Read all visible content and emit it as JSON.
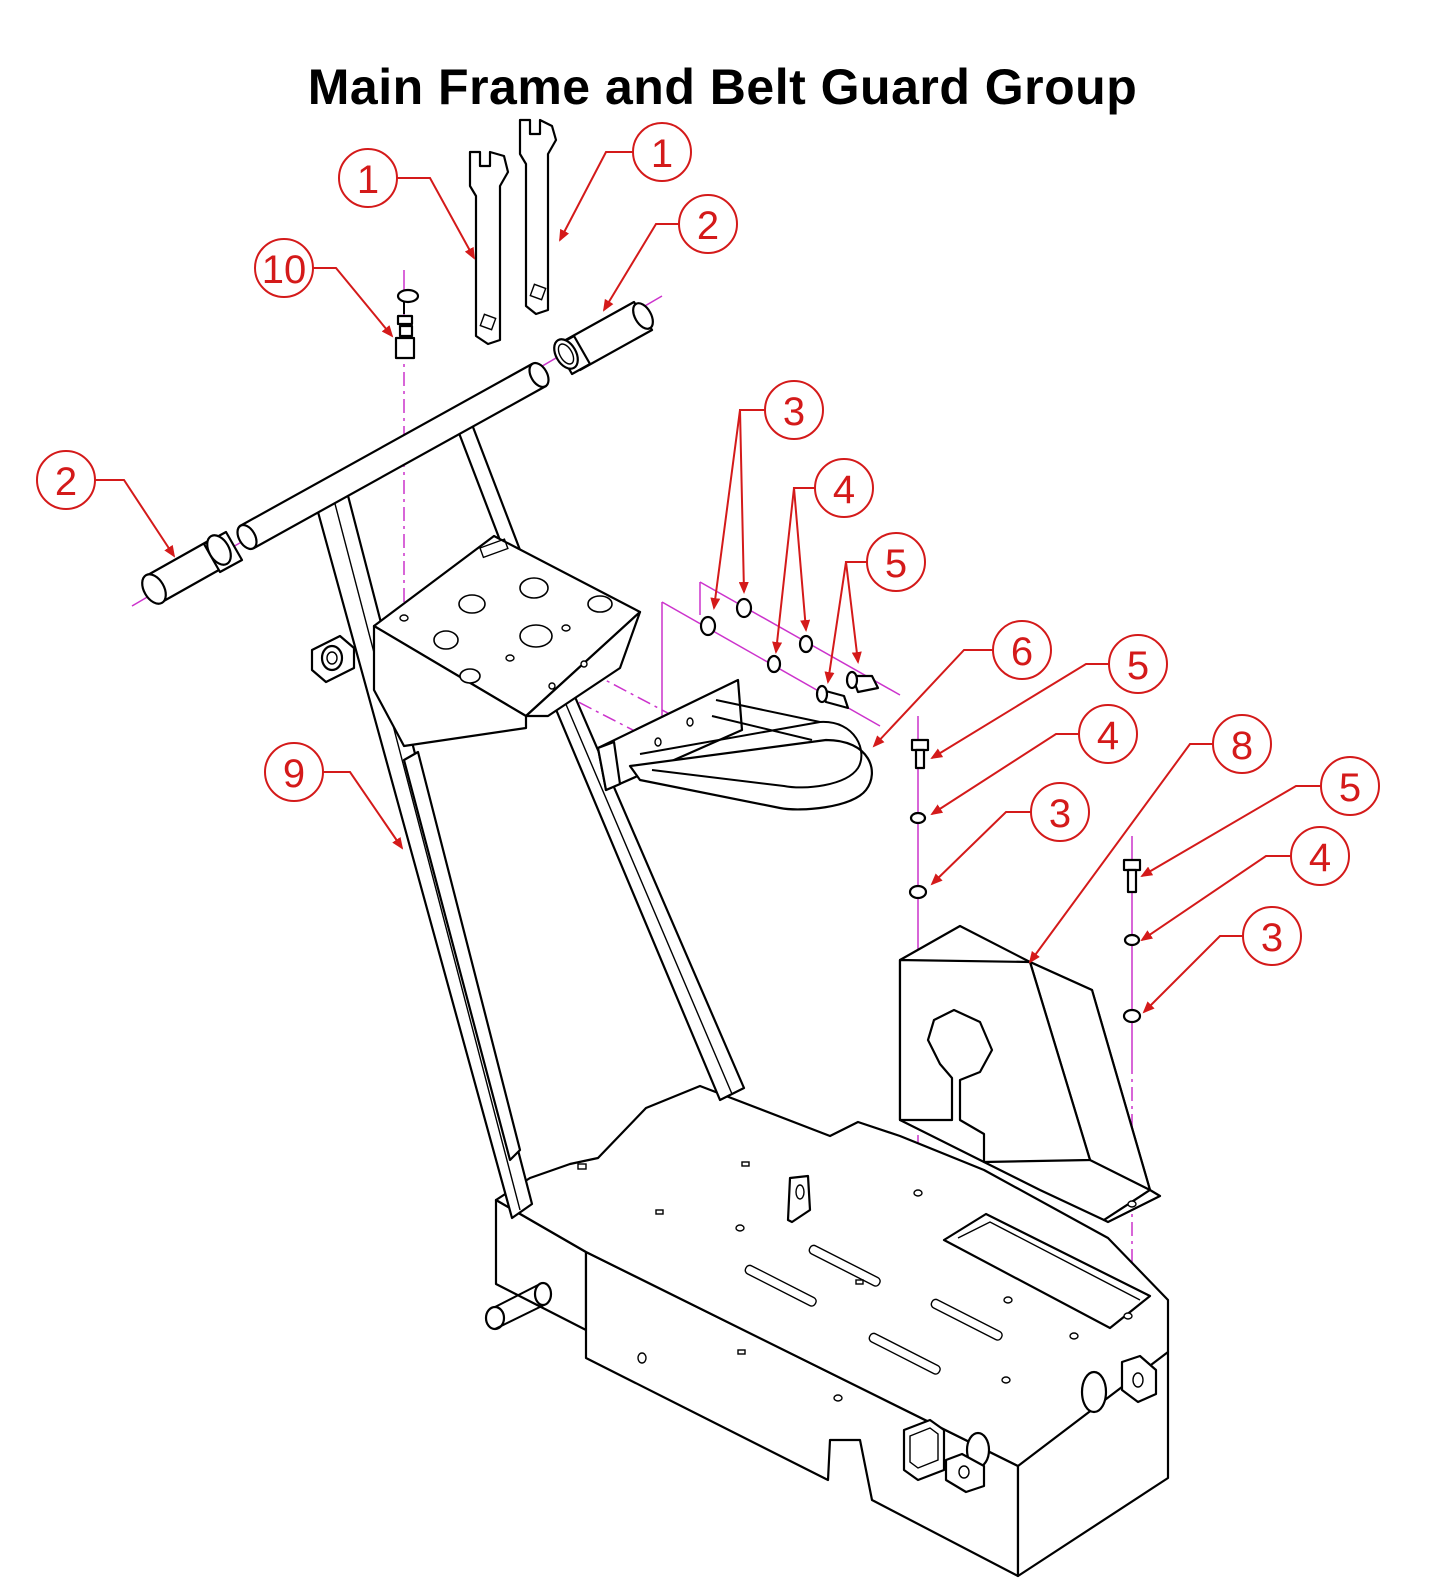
{
  "title": "Main Frame and Belt Guard Group",
  "colors": {
    "callout": "#d41a1a",
    "centerline": "#cc33cc",
    "outline": "#000000"
  },
  "callouts": [
    {
      "id": "callout-1a",
      "number": "1"
    },
    {
      "id": "callout-1b",
      "number": "1"
    },
    {
      "id": "callout-2a",
      "number": "2"
    },
    {
      "id": "callout-2b",
      "number": "2"
    },
    {
      "id": "callout-10",
      "number": "10"
    },
    {
      "id": "callout-3a",
      "number": "3"
    },
    {
      "id": "callout-4a",
      "number": "4"
    },
    {
      "id": "callout-5a",
      "number": "5"
    },
    {
      "id": "callout-6",
      "number": "6"
    },
    {
      "id": "callout-5b",
      "number": "5"
    },
    {
      "id": "callout-4b",
      "number": "4"
    },
    {
      "id": "callout-8",
      "number": "8"
    },
    {
      "id": "callout-3b",
      "number": "3"
    },
    {
      "id": "callout-9",
      "number": "9"
    },
    {
      "id": "callout-5c",
      "number": "5"
    },
    {
      "id": "callout-4c",
      "number": "4"
    },
    {
      "id": "callout-3c",
      "number": "3"
    }
  ]
}
